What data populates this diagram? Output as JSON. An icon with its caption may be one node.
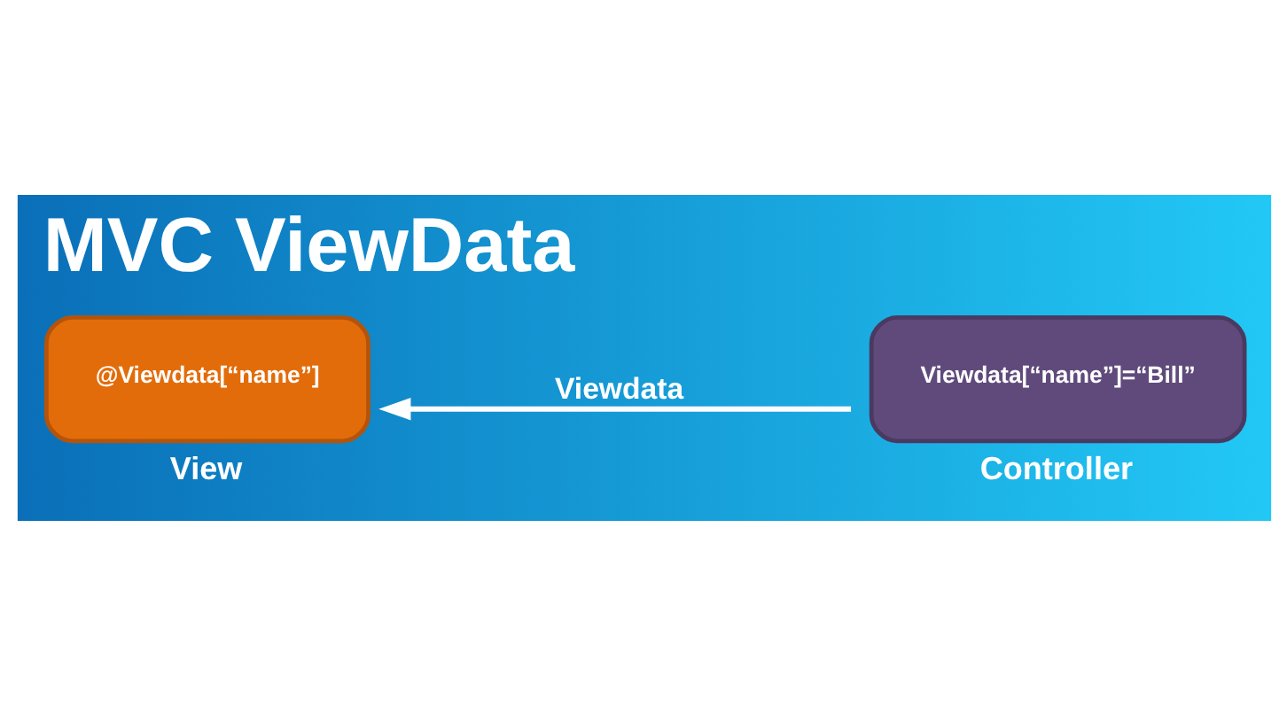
{
  "diagram": {
    "title": "MVC ViewData",
    "nodes": [
      {
        "text": [
          "@Viewdata[“name”]"
        ],
        "beside": [
          "View"
        ]
      },
      {
        "text": [
          "Viewdata[“name”]=“Bill”"
        ],
        "beside": [
          "Controller"
        ]
      }
    ],
    "edges": [
      {
        "from": 1,
        "to": 0,
        "arrow": "to",
        "label": "Viewdata"
      }
    ]
  }
}
